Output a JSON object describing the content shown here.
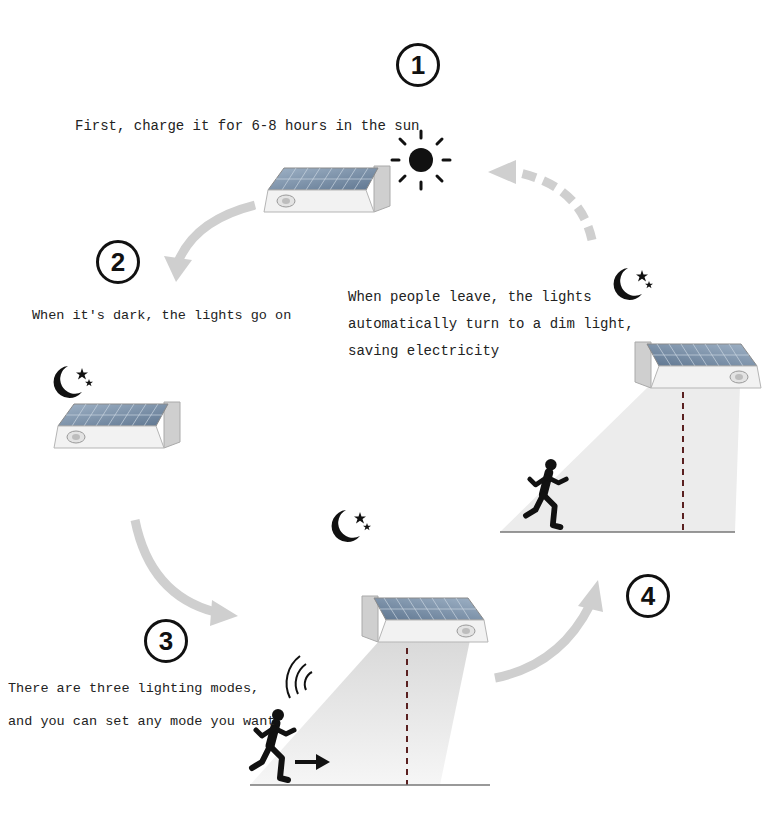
{
  "diagram": {
    "nodes": [
      {
        "text": [
          "1"
        ]
      },
      {
        "text": [
          "2"
        ]
      },
      {
        "text": [
          "3"
        ]
      },
      {
        "text": [
          "4"
        ]
      }
    ],
    "labels": [
      "First, charge it for 6-8 hours in the sun",
      "When it's dark, the lights go on",
      "There are three lighting modes, and you can set any mode you want",
      "When people leave, the lights automatically turn to a dim light, saving electricity"
    ]
  }
}
